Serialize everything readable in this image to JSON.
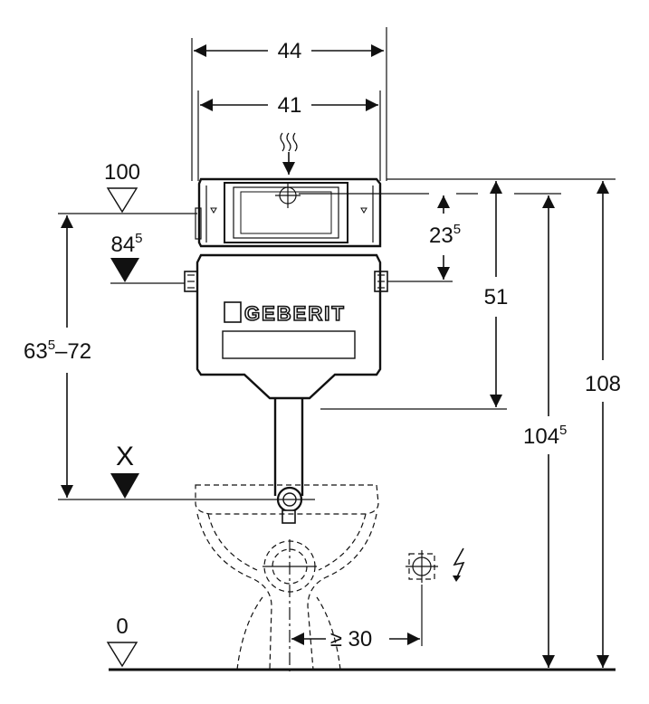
{
  "dimensions": {
    "width_outer": "44",
    "width_inner": "41",
    "depth_23": {
      "main": "23",
      "sup": "5"
    },
    "height_51": "51",
    "height_108": "108",
    "height_104": {
      "main": "104",
      "sup": "5"
    },
    "range_63_72": {
      "main": "63",
      "sup": "5",
      "tail": "–72"
    },
    "offset_30": "≥ 30"
  },
  "levels": {
    "level_100": "100",
    "level_84": {
      "main": "84",
      "sup": "5"
    },
    "level_x": "X",
    "level_0": "0"
  },
  "brand": "GEBERIT",
  "icons": [
    "water-supply-icon",
    "electrical-outlet-icon",
    "lightning-icon",
    "level-triangle-icon"
  ]
}
